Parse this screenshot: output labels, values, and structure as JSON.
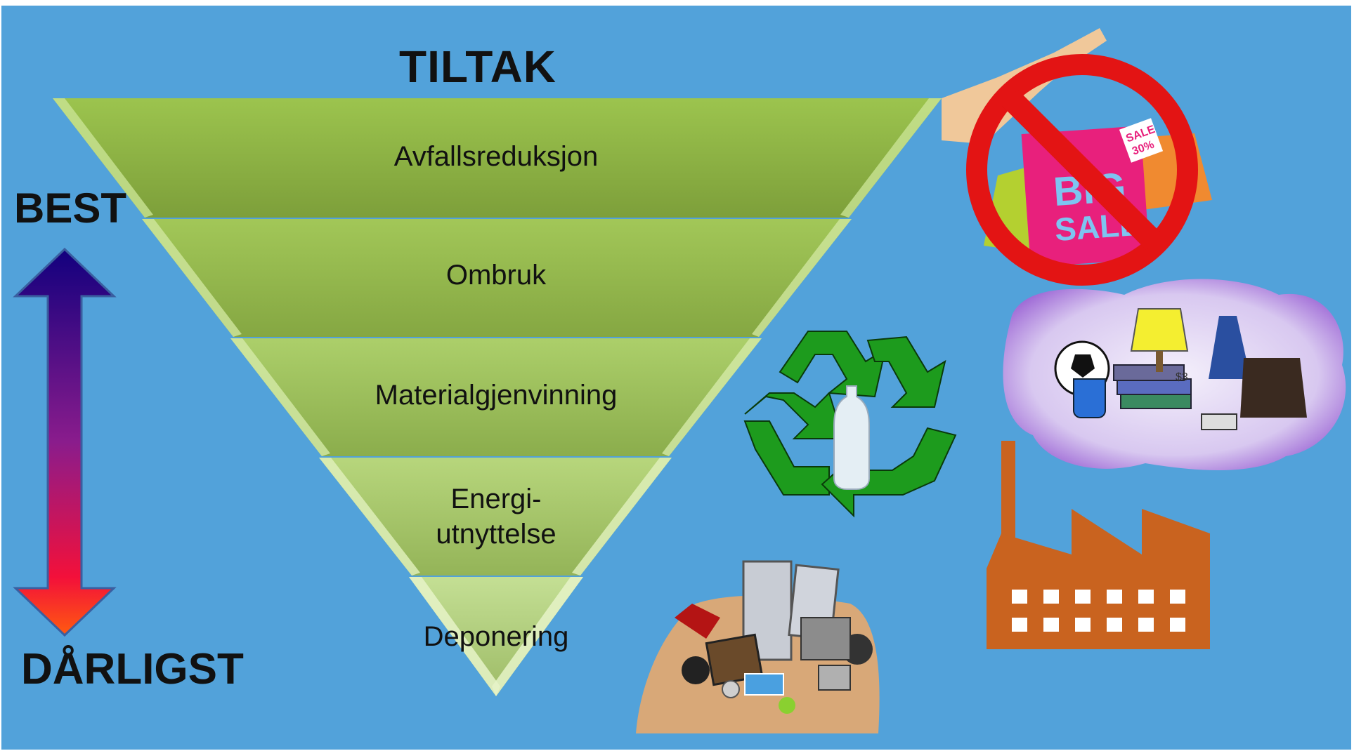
{
  "header": {
    "title": "TILTAK"
  },
  "scale": {
    "best_label": "BEST",
    "worst_label": "DÅRLIGST"
  },
  "pyramid": {
    "levels": [
      {
        "label": "Avfallsreduksjon"
      },
      {
        "label": "Ombruk"
      },
      {
        "label": "Materialgjenvinning"
      },
      {
        "label_line1": "Energi-",
        "label_line2": "utnyttelse"
      },
      {
        "label": "Deponering"
      }
    ]
  },
  "colors": {
    "background": "#52a2da",
    "level_green_dark": "#7a9e36",
    "level_green_light": "#a8cc5c",
    "arrow_top": "#1a0a8c",
    "arrow_bottom": "#ff2a10",
    "recycle_green": "#1d9b1d",
    "factory_orange": "#c9631f",
    "no_sign_red": "#e31414"
  },
  "icons": [
    "no-shopping-icon",
    "recycle-icon",
    "second-hand-goods-icon",
    "factory-icon",
    "landfill-icon"
  ],
  "sale_tags": {
    "tag1": "SALE",
    "tag2": "30%",
    "bag_text1": "BIG",
    "bag_text2": "SALE",
    "price_tag": "$3"
  }
}
